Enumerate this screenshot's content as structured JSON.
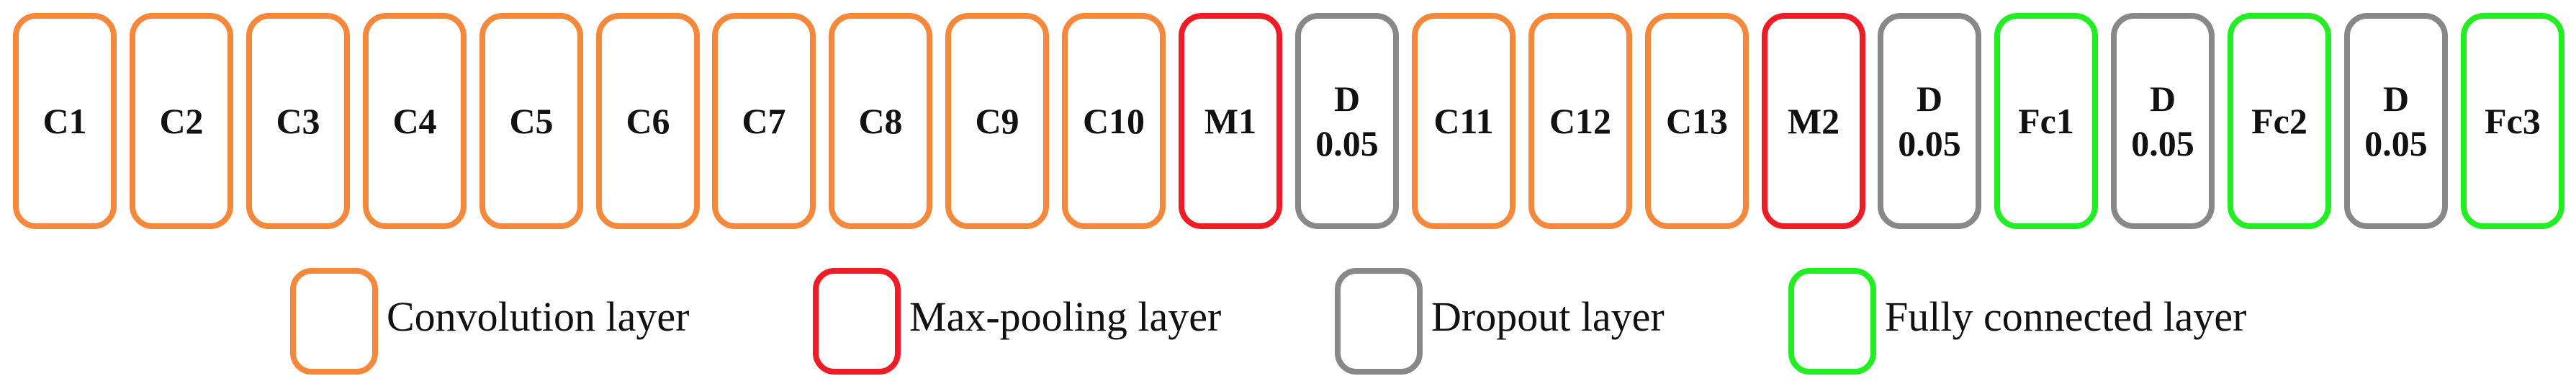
{
  "colors": {
    "convolution": "#F5883A",
    "max_pooling": "#EE1C24",
    "dropout": "#888888",
    "fully_connected": "#23EE23"
  },
  "layers": [
    {
      "label": "C1",
      "type": "convolution"
    },
    {
      "label": "C2",
      "type": "convolution"
    },
    {
      "label": "C3",
      "type": "convolution"
    },
    {
      "label": "C4",
      "type": "convolution"
    },
    {
      "label": "C5",
      "type": "convolution"
    },
    {
      "label": "C6",
      "type": "convolution"
    },
    {
      "label": "C7",
      "type": "convolution"
    },
    {
      "label": "C8",
      "type": "convolution"
    },
    {
      "label": "C9",
      "type": "convolution"
    },
    {
      "label": "C10",
      "type": "convolution"
    },
    {
      "label": "M1",
      "type": "max_pooling"
    },
    {
      "label": "D",
      "sublabel": "0.05",
      "type": "dropout"
    },
    {
      "label": "C11",
      "type": "convolution"
    },
    {
      "label": "C12",
      "type": "convolution"
    },
    {
      "label": "C13",
      "type": "convolution"
    },
    {
      "label": "M2",
      "type": "max_pooling"
    },
    {
      "label": "D",
      "sublabel": "0.05",
      "type": "dropout"
    },
    {
      "label": "Fc1",
      "type": "fully_connected"
    },
    {
      "label": "D",
      "sublabel": "0.05",
      "type": "dropout"
    },
    {
      "label": "Fc2",
      "type": "fully_connected"
    },
    {
      "label": "D",
      "sublabel": "0.05",
      "type": "dropout"
    },
    {
      "label": "Fc3",
      "type": "fully_connected"
    }
  ],
  "legend": [
    {
      "label": "Convolution layer",
      "type": "convolution"
    },
    {
      "label": "Max-pooling layer",
      "type": "max_pooling"
    },
    {
      "label": "Dropout layer",
      "type": "dropout"
    },
    {
      "label": "Fully connected layer",
      "type": "fully_connected"
    }
  ]
}
